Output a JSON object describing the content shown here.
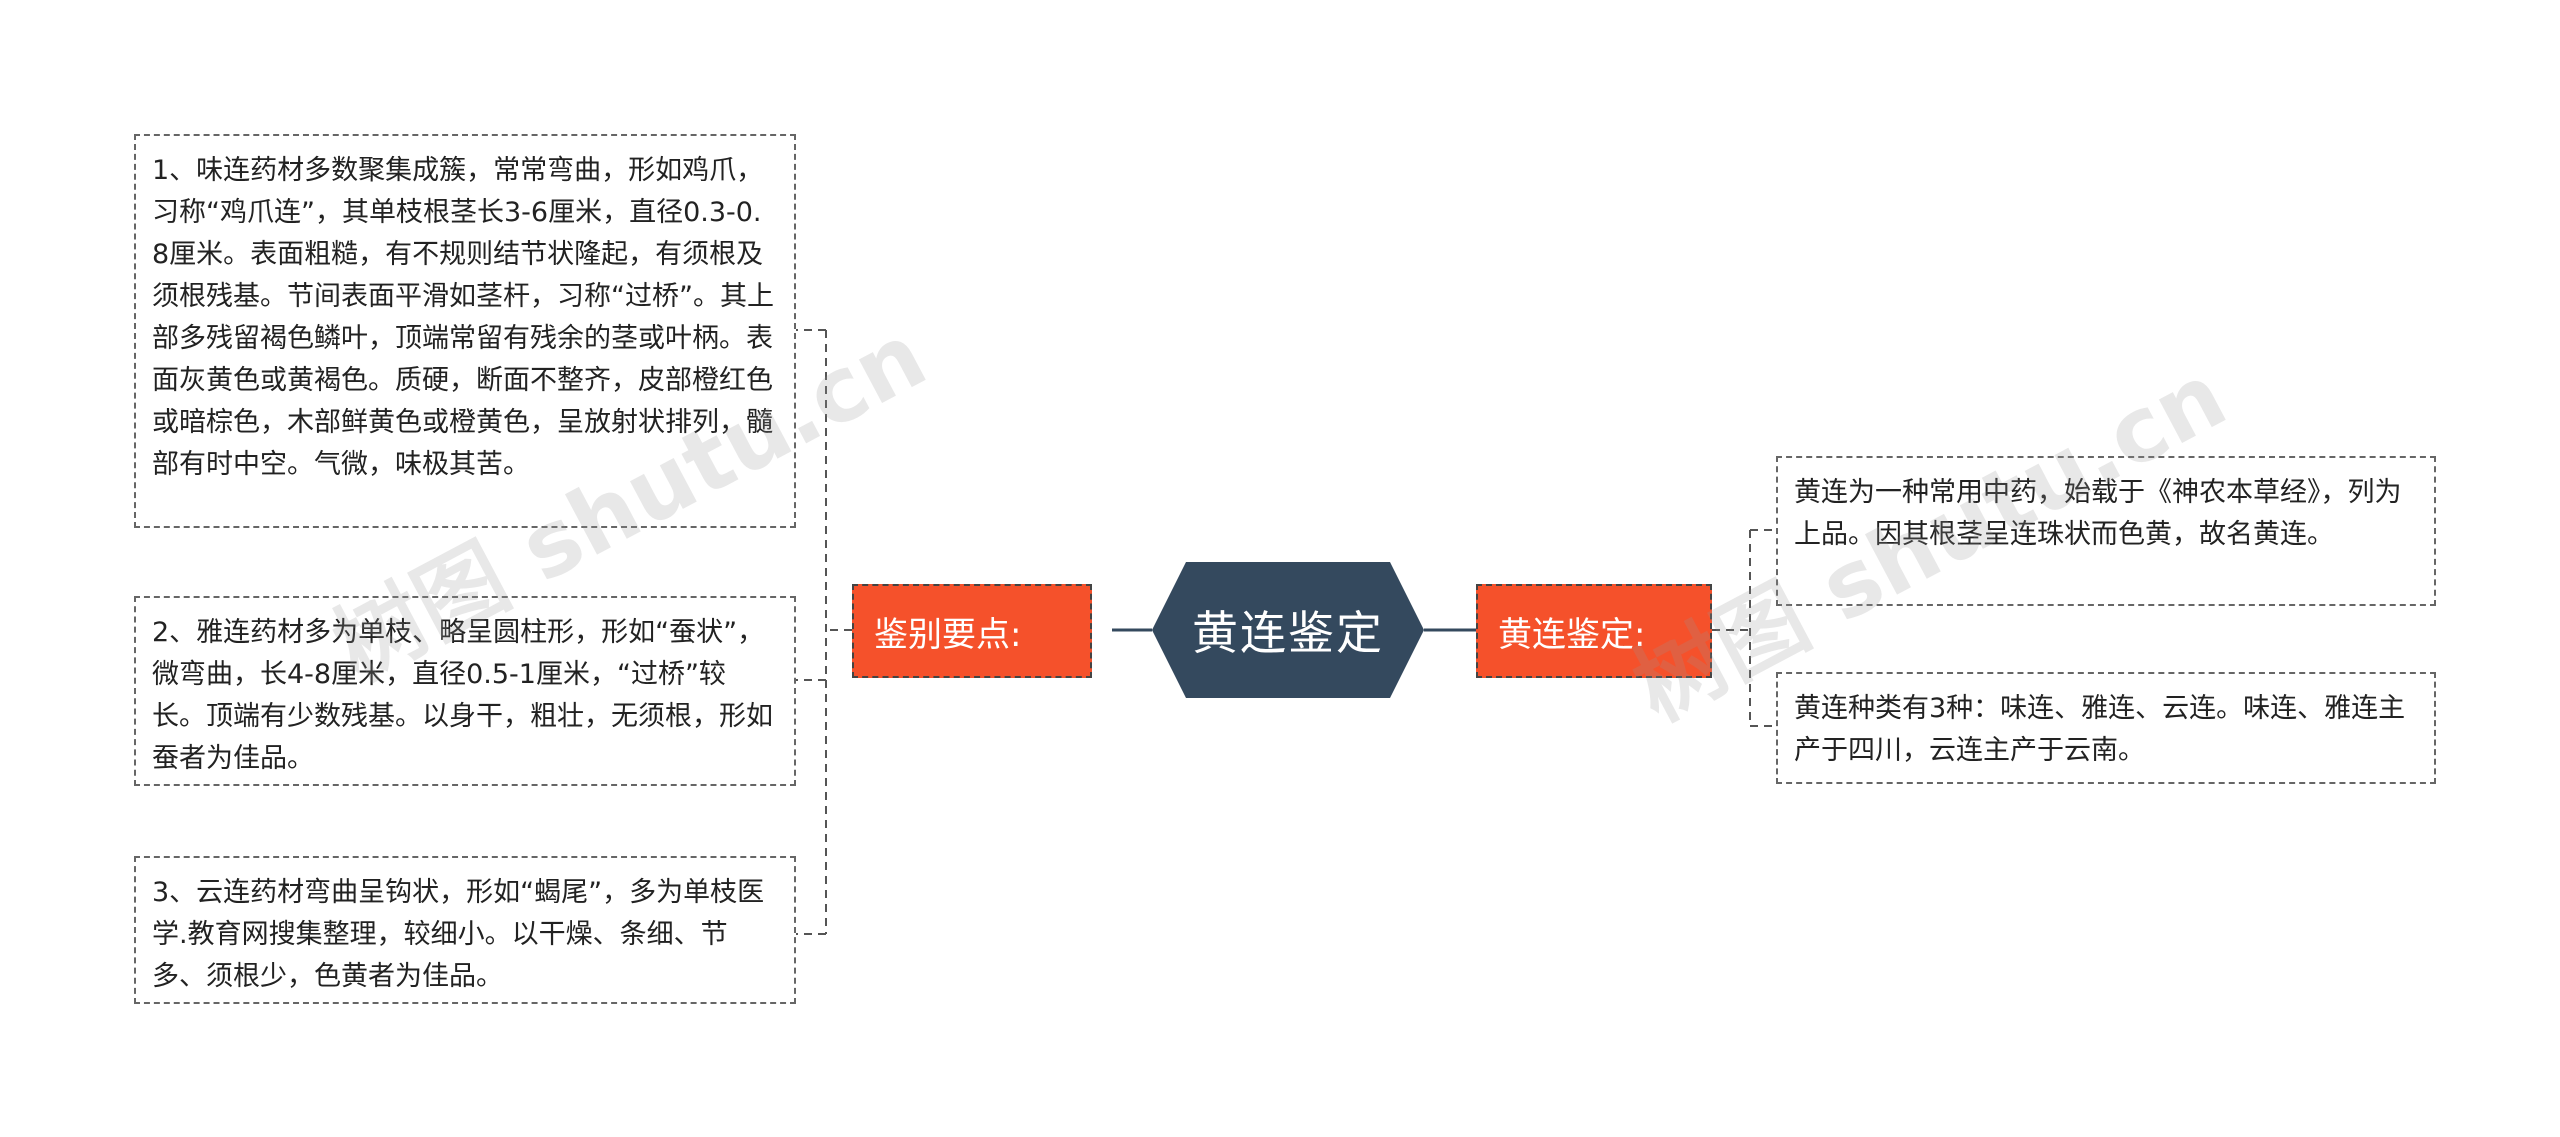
{
  "center": {
    "title": "黄连鉴定"
  },
  "left_branch": {
    "label": "鉴别要点:",
    "items": [
      "1、味连药材多数聚集成簇，常常弯曲，形如鸡爪，习称“鸡爪连”，其单枝根茎长3-6厘米，直径0.3-0.8厘米。表面粗糙，有不规则结节状隆起，有须根及须根残基。节间表面平滑如茎杆，习称“过桥”。其上部多残留褐色鳞叶，顶端常留有残余的茎或叶柄。表面灰黄色或黄褐色。质硬，断面不整齐，皮部橙红色或暗棕色，木部鲜黄色或橙黄色，呈放射状排列，髓部有时中空。气微，味极其苦。",
      "2、雅连药材多为单枝、略呈圆柱形，形如“蚕状”，微弯曲，长4-8厘米，直径0.5-1厘米，“过桥”较长。顶端有少数残基。以身干，粗壮，无须根，形如蚕者为佳品。",
      "3、云连药材弯曲呈钩状，形如“蝎尾”，多为单枝医学.教育网搜集整理，较细小。以干燥、条细、节多、须根少，色黄者为佳品。"
    ]
  },
  "right_branch": {
    "label": "黄连鉴定:",
    "items": [
      "黄连为一种常用中药，始载于《神农本草经》，列为上品。因其根茎呈连珠状而色黄，故名黄连。",
      "黄连种类有3种：味连、雅连、云连。味连、雅连主产于四川，云连主产于云南。"
    ]
  },
  "watermarks": [
    "树图 shutu.cn",
    "树图 shutu.cn"
  ],
  "colors": {
    "center": "#34495e",
    "branch": "#f5512b",
    "border": "#666666"
  }
}
